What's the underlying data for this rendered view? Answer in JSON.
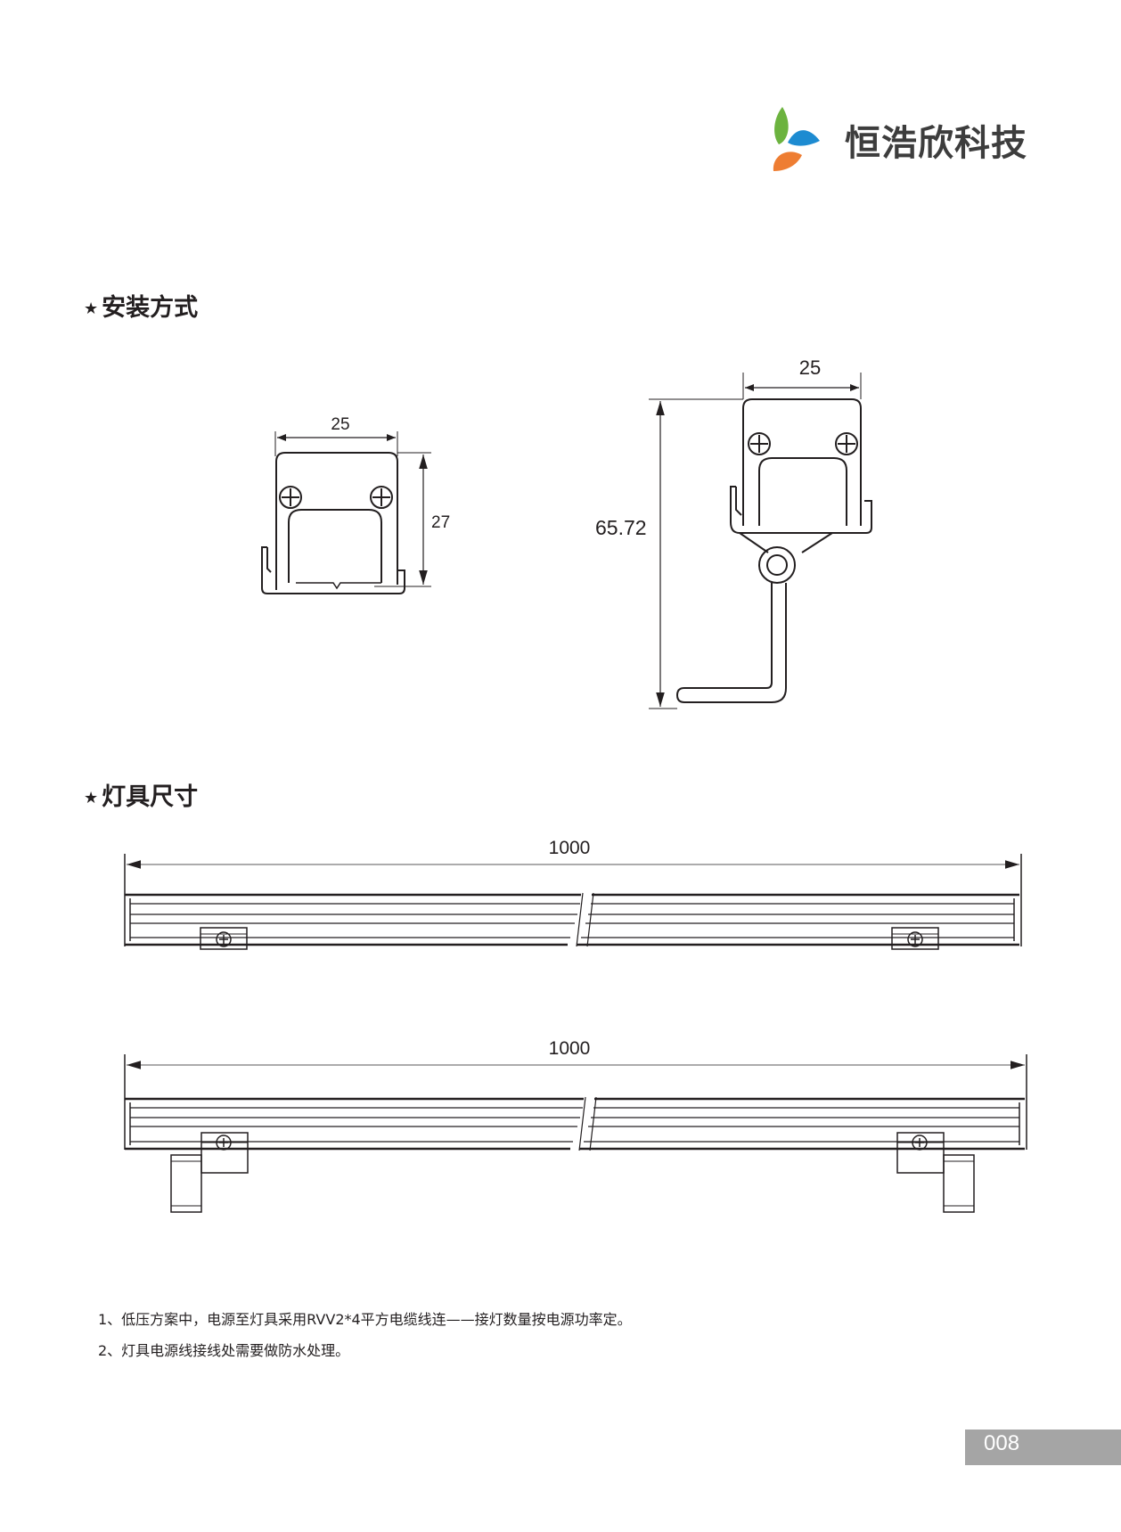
{
  "logo": {
    "company_name": "恒浩欣科技",
    "colors": {
      "green": "#6cb33f",
      "blue": "#1d8bd1",
      "orange": "#ee7d32",
      "text": "#3d3d3d"
    }
  },
  "sections": {
    "installation": {
      "star": "★",
      "title": "安装方式"
    },
    "dimensions": {
      "star": "★",
      "title": "灯具尺寸"
    }
  },
  "drawings": {
    "bracket_small": {
      "width": "25",
      "height": "27"
    },
    "bracket_hook": {
      "width": "25",
      "height": "65.72"
    },
    "fixture_top": {
      "length": "1000"
    },
    "fixture_bottom": {
      "length": "1000"
    }
  },
  "notes": [
    "1、低压方案中，电源至灯具采用RVV2*4平方电缆线连——接灯数量按电源功率定。",
    "2、灯具电源线接线处需要做防水处理。"
  ],
  "page": {
    "number": "008",
    "bar_color": "#a5a5a5"
  }
}
